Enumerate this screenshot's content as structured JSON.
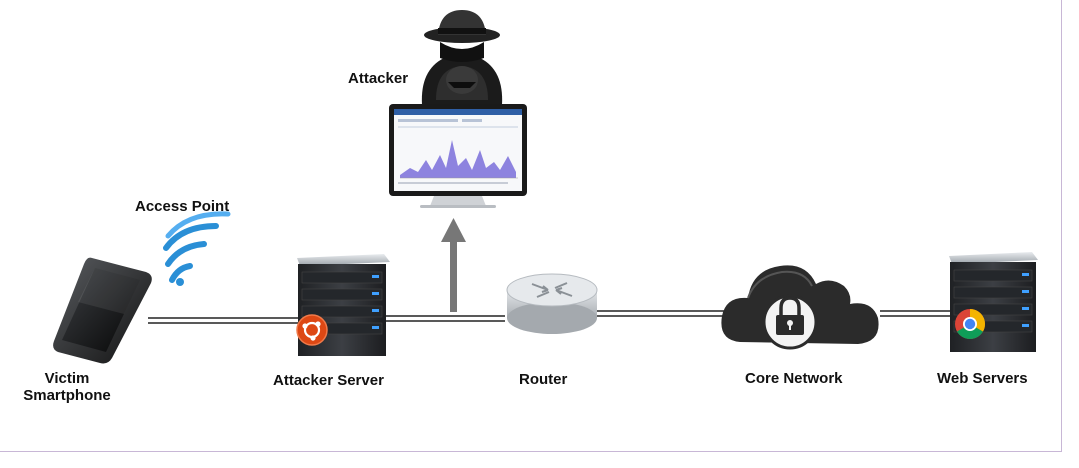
{
  "labels": {
    "attacker": "Attacker",
    "access_point": "Access Point",
    "victim_line1": "Victim",
    "victim_line2": "Smartphone",
    "attacker_server": "Attacker Server",
    "router": "Router",
    "core_network": "Core Network",
    "web_servers": "Web Servers"
  },
  "icons": {
    "attacker": "hooded-spy-icon",
    "monitor": "monitor-with-chart-icon",
    "smartphone": "smartphone-icon",
    "wifi": "wifi-icon",
    "attacker_server": "server-rack-icon",
    "router": "router-icon",
    "core_network": "cloud-lock-icon",
    "web_servers": "server-rack-icon"
  },
  "colors": {
    "wifi": "#2a8fd6",
    "server_body": "#2d2f33",
    "server_led": "#3fa0ff",
    "ubuntu_badge": "#dd4814",
    "cloud": "#2b2b2b",
    "router": "#c9cdd1",
    "arrow": "#777777"
  }
}
